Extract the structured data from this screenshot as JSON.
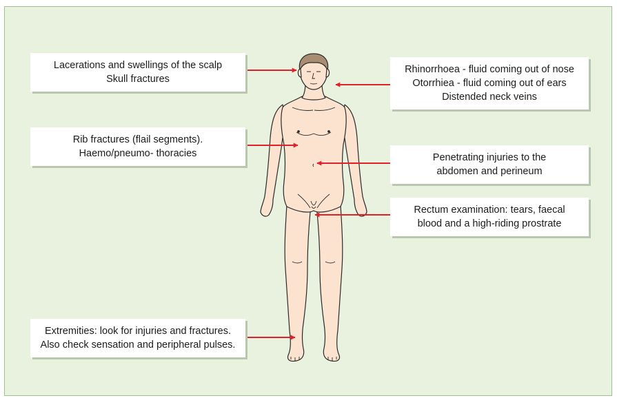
{
  "colors": {
    "panel_background": "#e9f2df",
    "panel_border": "#9bc48c",
    "arrow": "#e0202a",
    "skin": "#fbe3cf",
    "hair": "#a88d72"
  },
  "labels": {
    "scalp": {
      "line1": "Lacerations and swellings of the scalp",
      "line2": "Skull fractures"
    },
    "nose_ears": {
      "line1": "Rhinorrhoea - fluid coming out of nose",
      "line2": "Otorrhiea - fluid coming out of ears",
      "line3": "Distended neck veins"
    },
    "ribs": {
      "line1": "Rib fractures (flail segments).",
      "line2": "Haemo/pneumo- thoracies"
    },
    "abdomen": {
      "line1": "Penetrating injuries to the",
      "line2": "abdomen and perineum"
    },
    "rectum": {
      "line1": "Rectum examination: tears, faecal",
      "line2": "blood and a high-riding prostrate"
    },
    "extremities": {
      "line1": "Extremities: look for injuries and fractures.",
      "line2": "Also check sensation and peripheral pulses."
    }
  }
}
